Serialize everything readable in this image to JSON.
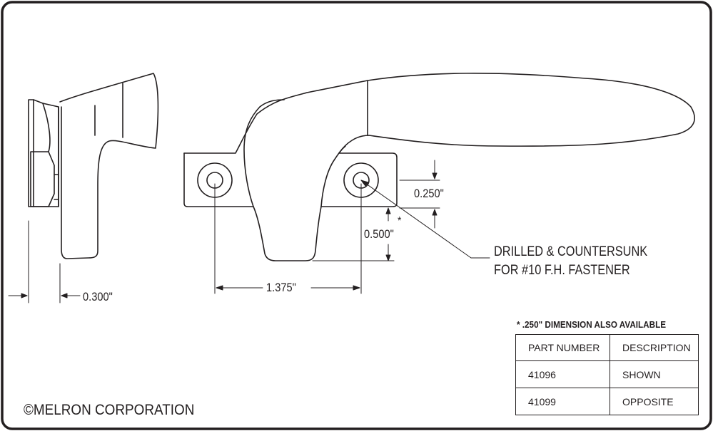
{
  "dimensions": {
    "thickness": "0.300\"",
    "hole_spacing": "1.375\"",
    "hole_diameter": "0.250\"",
    "offset": "0.500\"",
    "asterisk": "*"
  },
  "callout": {
    "line1": "DRILLED & COUNTERSUNK",
    "line2": "FOR #10 F.H. FASTENER"
  },
  "note": "* .250\" DIMENSION ALSO AVAILABLE",
  "table": {
    "headers": [
      "PART NUMBER",
      "DESCRIPTION"
    ],
    "rows": [
      [
        "41096",
        "SHOWN"
      ],
      [
        "41099",
        "OPPOSITE"
      ]
    ]
  },
  "copyright": "©MELRON CORPORATION",
  "colors": {
    "line": "#231f20",
    "background": "#ffffff"
  }
}
